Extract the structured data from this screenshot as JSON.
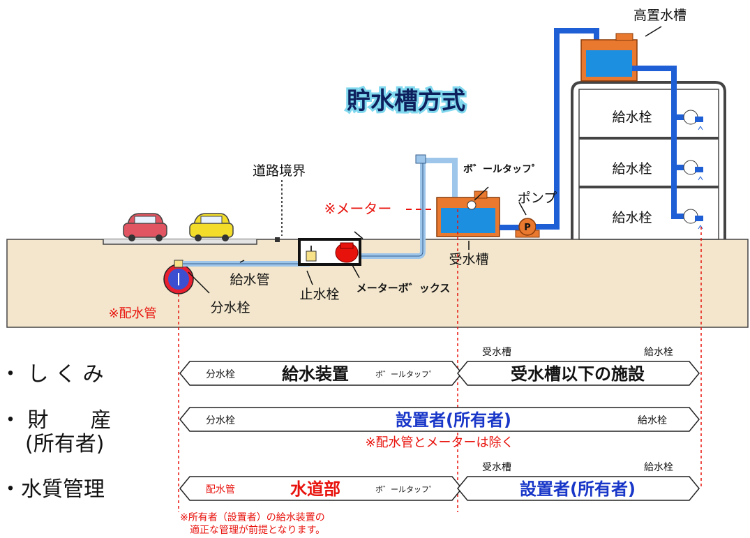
{
  "title": "貯水槽方式",
  "labels": {
    "elevated_tank": "高置水槽",
    "road_boundary": "道路境界",
    "meter": "※メーター",
    "ball_tap": "ボ゛ールタッフ゜",
    "pump": "ポンプ",
    "pump_letter": "P",
    "faucet_3": "給水栓",
    "faucet_2": "給水栓",
    "faucet_1": "給水栓",
    "receiving_tank": "受水槽",
    "meter_box": "メーターボ゛ックス",
    "supply_pipe": "給水管",
    "stop_valve": "止水栓",
    "branch_valve": "分水栓",
    "distribution_pipe": "※配水管"
  },
  "rows": [
    {
      "heading": "・ し く み",
      "left_small": "分水栓",
      "left_main": "給水装置",
      "left_end": "ボ゛ールタッフ゜",
      "right_main": "受水槽以下の施設",
      "above_left": "受水槽",
      "above_right": "給水栓"
    },
    {
      "heading_1": "・ 財　　産",
      "heading_2": "(所有者)",
      "left_small": "分水栓",
      "main": "設置者(所有者)",
      "right_small": "給水栓",
      "note": "※配水管とメーターは除く"
    },
    {
      "heading": "・水質管理",
      "left_small": "配水管",
      "left_main": "水道部",
      "left_end": "ボ゛ールタッフ゜",
      "right_main": "設置者(所有者)",
      "above_left": "受水槽",
      "above_right": "給水栓"
    }
  ],
  "footnote_1": "※所有者（設置者）の給水装置の",
  "footnote_2": "適正な管理が前提となります。",
  "colors": {
    "pipe": "#1f5fd6",
    "pipe_light": "#9ec5ea",
    "water": "#1d8fe0",
    "tank": "#e8792e",
    "ground": "#f3e6cc",
    "red_text": "#e8120c",
    "blue_text": "#1836c8",
    "title_fill": "#0d1f5c",
    "title_bg": "#7fd8ee"
  }
}
